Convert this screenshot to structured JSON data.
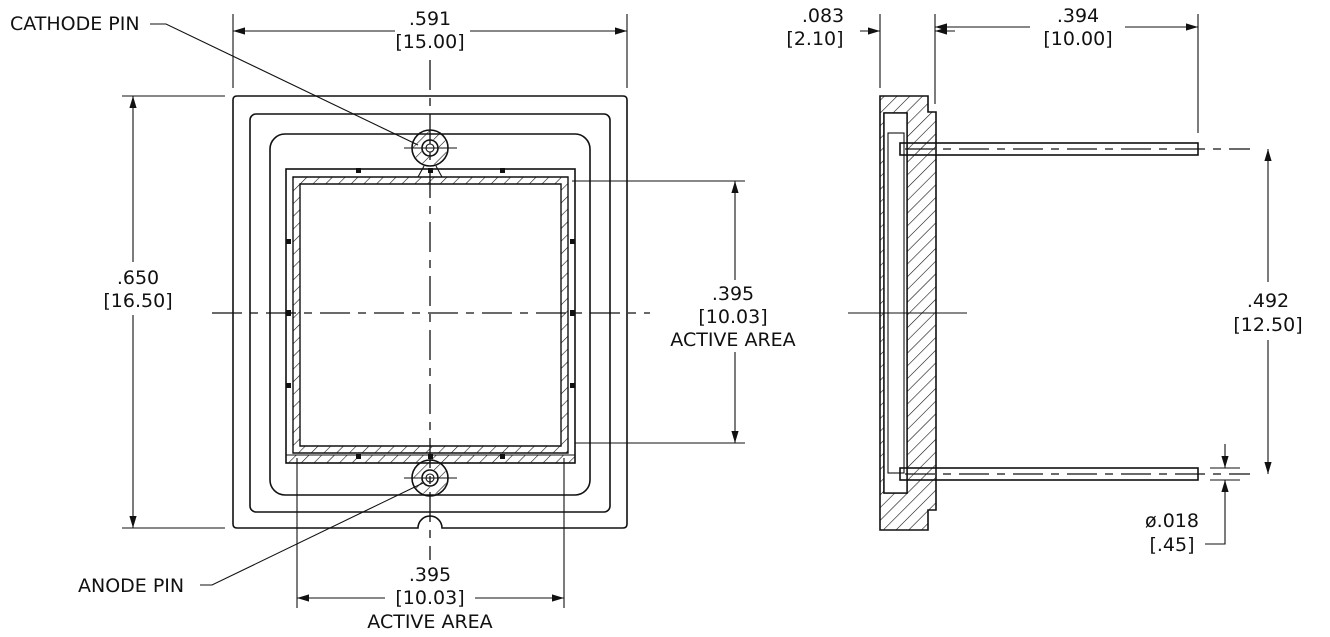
{
  "labels": {
    "cathode_pin": "CATHODE PIN",
    "anode_pin": "ANODE PIN"
  },
  "dimensions": {
    "width": {
      "inch": ".591",
      "mm": "[15.00]"
    },
    "height": {
      "inch": ".650",
      "mm": "[16.50]"
    },
    "active_area_vertical": {
      "inch": ".395",
      "mm": "[10.03]",
      "note": "ACTIVE AREA"
    },
    "active_area_horizontal": {
      "inch": ".395",
      "mm": "[10.03]",
      "note": "ACTIVE AREA"
    },
    "thickness": {
      "inch": ".083",
      "mm": "[2.10]"
    },
    "pin_length": {
      "inch": ".394",
      "mm": "[10.00]"
    },
    "pin_spacing": {
      "inch": ".492",
      "mm": "[12.50]"
    },
    "pin_diameter": {
      "inch": "ø.018",
      "mm": "[.45]"
    }
  }
}
